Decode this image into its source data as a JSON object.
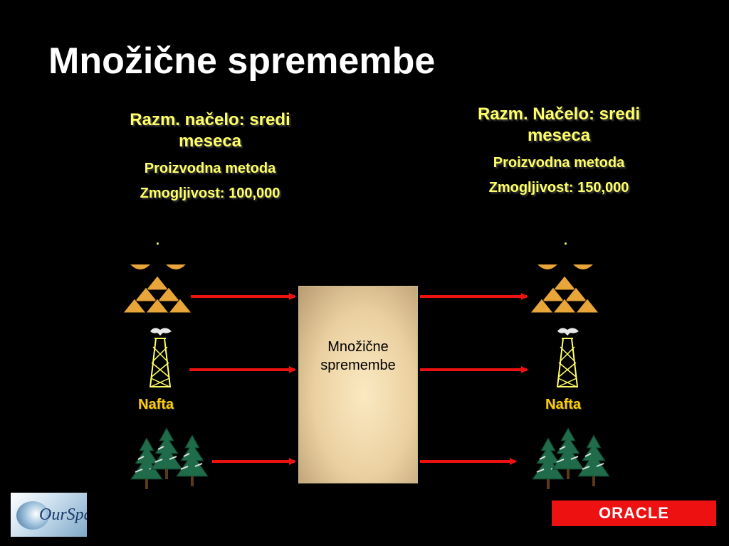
{
  "slide": {
    "title": "Množične spremembe"
  },
  "left_group": {
    "heading": "Razm. načelo: sredi meseca",
    "method": "Proizvodna metoda",
    "capacity": "Zmogljivost:  100,000",
    "dot": ".",
    "oil_label": "Nafta"
  },
  "right_group": {
    "heading": "Razm. Načelo: sredi meseca",
    "method": "Proizvodna metoda",
    "capacity": "Zmogljivost: 150,000",
    "dot": ".",
    "oil_label": "Nafta"
  },
  "center_box": {
    "label": "Množične spremembe"
  },
  "icons": {
    "left": [
      "scale-icon",
      "gold-bars-icon",
      "oil-derrick-icon",
      "pine-trees-icon"
    ],
    "right": [
      "scale-icon",
      "gold-bars-icon",
      "oil-derrick-icon",
      "pine-trees-icon"
    ]
  },
  "logos": {
    "left_text": "OurSpace",
    "right_text": "ORACLE"
  },
  "colors": {
    "background": "#000000",
    "title": "#ffffff",
    "label_text": "#ffff66",
    "nafta_text": "#ffcc00",
    "arrow": "#ee1111",
    "box_fill": "#f6e0b4",
    "gold": "#e8a53a",
    "tree": "#1f6b4a",
    "oracle_red": "#ee1111"
  }
}
